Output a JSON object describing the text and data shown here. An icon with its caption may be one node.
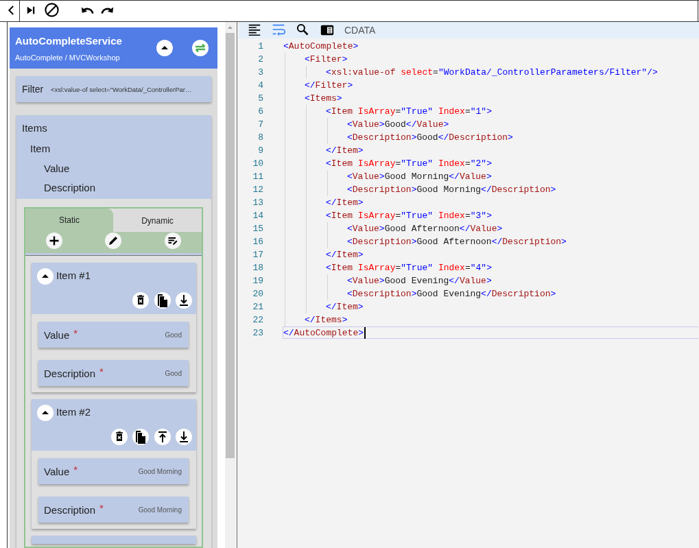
{
  "diagram": {
    "nodes": [
      {
        "text": [
          "AutoCompleteService",
          "AutoComplete / MVCWorkshop"
        ]
      },
      {
        "text": [
          "Filter",
          "<xsl:value-of select=\"WorkData/_ControllerPar…"
        ]
      },
      {
        "text": [
          "Items",
          "Item",
          "Value",
          "Description"
        ]
      },
      {
        "text": [
          "Static",
          "Dynamic"
        ],
        "in": 2
      },
      {
        "text": [
          "Item #1"
        ],
        "in": 3
      },
      {
        "text": [
          "Value",
          "*",
          "Good"
        ],
        "in": 4
      },
      {
        "text": [
          "Description",
          "*",
          "Good"
        ],
        "in": 4
      },
      {
        "text": [
          "Item #2"
        ],
        "in": 3
      },
      {
        "text": [
          "Value",
          "*",
          "Good Morning"
        ],
        "in": 7
      },
      {
        "text": [
          "Description",
          "*",
          "Good Morning"
        ],
        "in": 7
      },
      {
        "text": [],
        "shape": "box",
        "in": 3
      }
    ],
    "labels": [
      "CDATA",
      "1",
      "<AutoComplete>",
      "2",
      "<Filter>",
      "3",
      "<xsl:value-of select=\"WorkData/_ControllerParameters/Filter\"/>",
      "4",
      "</Filter>",
      "5",
      "<Items>",
      "6",
      "<Item IsArray=\"True\" Index=\"1\">",
      "7",
      "<Value>Good</Value>",
      "8",
      "<Description>Good</Description>",
      "9",
      "</Item>",
      "10",
      "<Item IsArray=\"True\" Index=\"2\">",
      "11",
      "<Value>Good Morning</Value>",
      "12",
      "<Description>Good Morning</Description>",
      "13",
      "</Item>",
      "14",
      "<Item IsArray=\"True\" Index=\"3\">",
      "15",
      "<Value>Good Afternoon</Value>",
      "16",
      "<Description>Good Afternoon</Description>",
      "17",
      "</Item>",
      "18",
      "<Item IsArray=\"True\" Index=\"4\">",
      "19",
      "<Value>Good Evening</Value>",
      "20",
      "<Description>Good Evening</Description>",
      "21",
      "</Item>",
      "22",
      "</Items>",
      "23",
      "</AutoComplete>"
    ]
  }
}
